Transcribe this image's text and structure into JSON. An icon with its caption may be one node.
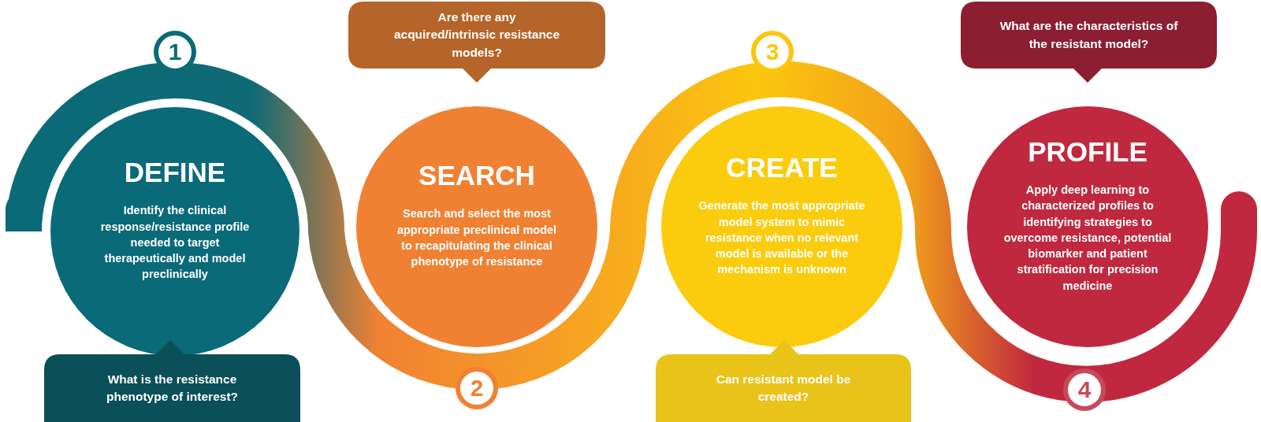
{
  "diagram": {
    "nodes": [
      {
        "text": [
          "1"
        ]
      },
      {
        "text": [
          "DEFINE",
          "Identify the clinical response/resistance profile needed to target therapeutically and model preclinically"
        ]
      },
      {
        "text": [
          "What is the resistance phenotype of interest?"
        ]
      },
      {
        "text": [
          "Are there any acquired/intrinsic resistance models?"
        ]
      },
      {
        "text": [
          "SEARCH",
          "Search and select the most appropriate preclinical model to recapitulating the clinical phenotype of resistance"
        ]
      },
      {
        "text": [
          "2"
        ]
      },
      {
        "text": [
          "3"
        ]
      },
      {
        "text": [
          "CREATE",
          "Generate the most appropriate model system to mimic resistance when no relevant model is available or the mechanism is unknown"
        ]
      },
      {
        "text": [
          "Can resistant model be created?"
        ]
      },
      {
        "text": [
          "What are the characteristics of the resistant model?"
        ]
      },
      {
        "text": [
          "PROFILE",
          "Apply deep learning to characterized profiles to identifying strategies to overcome resistance, potential biomarker and patient stratification for precision medicine"
        ]
      },
      {
        "text": [
          "4"
        ]
      }
    ]
  }
}
